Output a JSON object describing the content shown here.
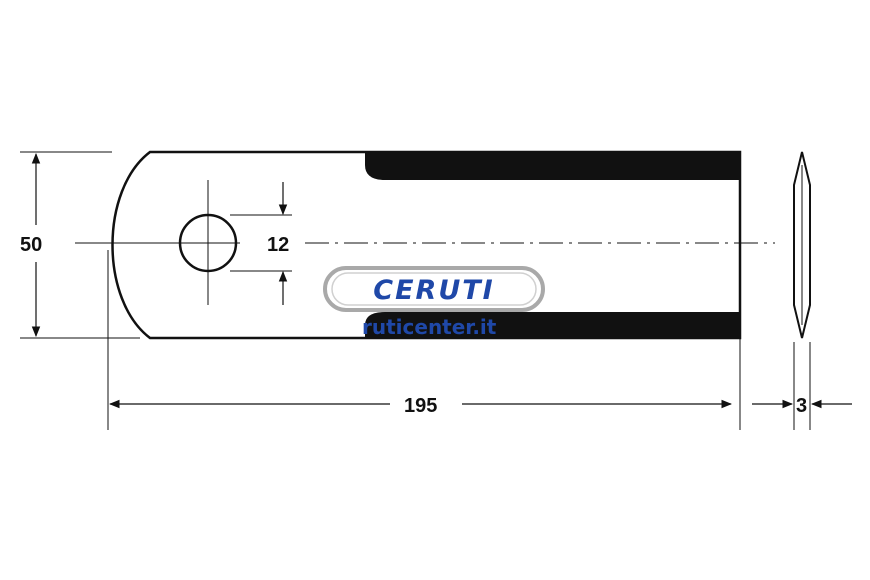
{
  "dimensions": {
    "height": "50",
    "hole_diameter": "12",
    "length": "195",
    "thickness": "3"
  },
  "watermark": {
    "brand": "CERUTI",
    "website": "ruticenter.it"
  },
  "colors": {
    "line": "#111111",
    "brand_blue": "#1f48a8",
    "logo_border": "#a9a9a9"
  }
}
